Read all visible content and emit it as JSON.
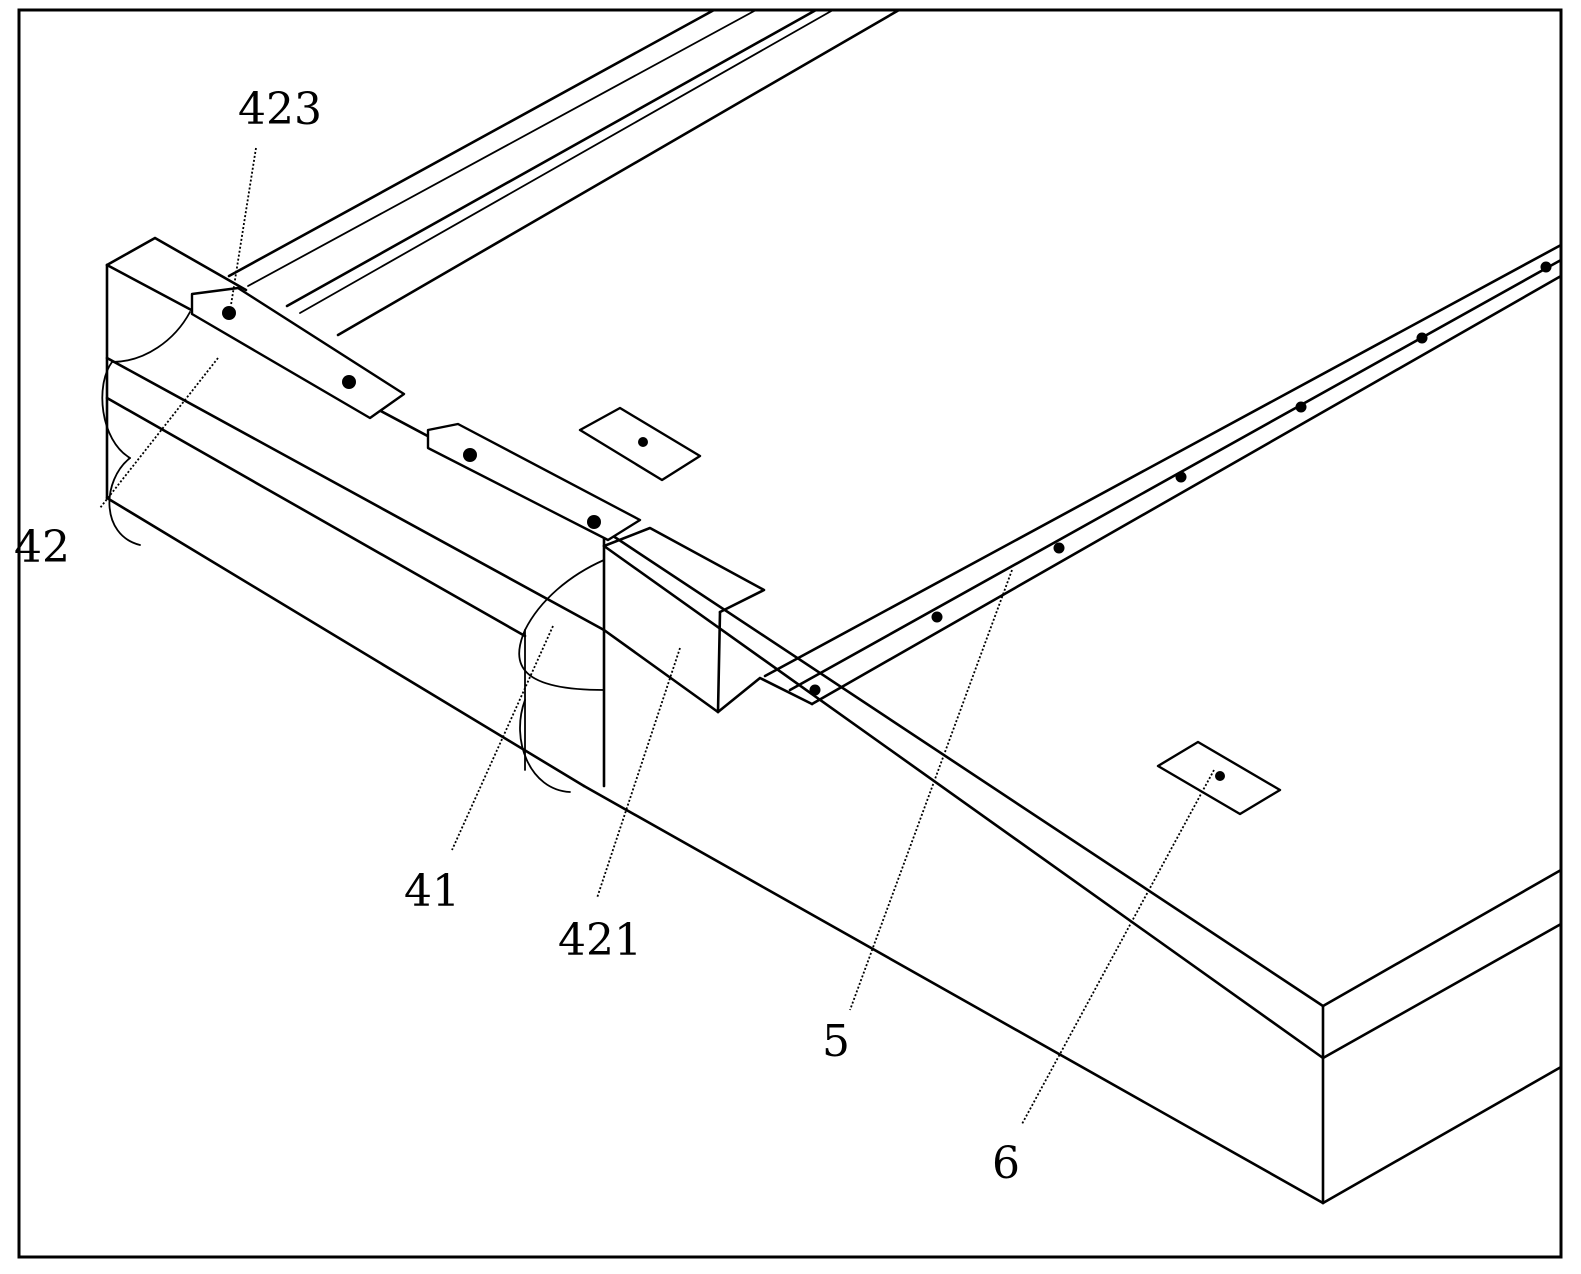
{
  "labels": {
    "l423": "423",
    "l42": "42",
    "l41": "41",
    "l421": "421",
    "l5": "5",
    "l6": "6"
  },
  "colors": {
    "line": "#000000",
    "background": "#ffffff"
  }
}
